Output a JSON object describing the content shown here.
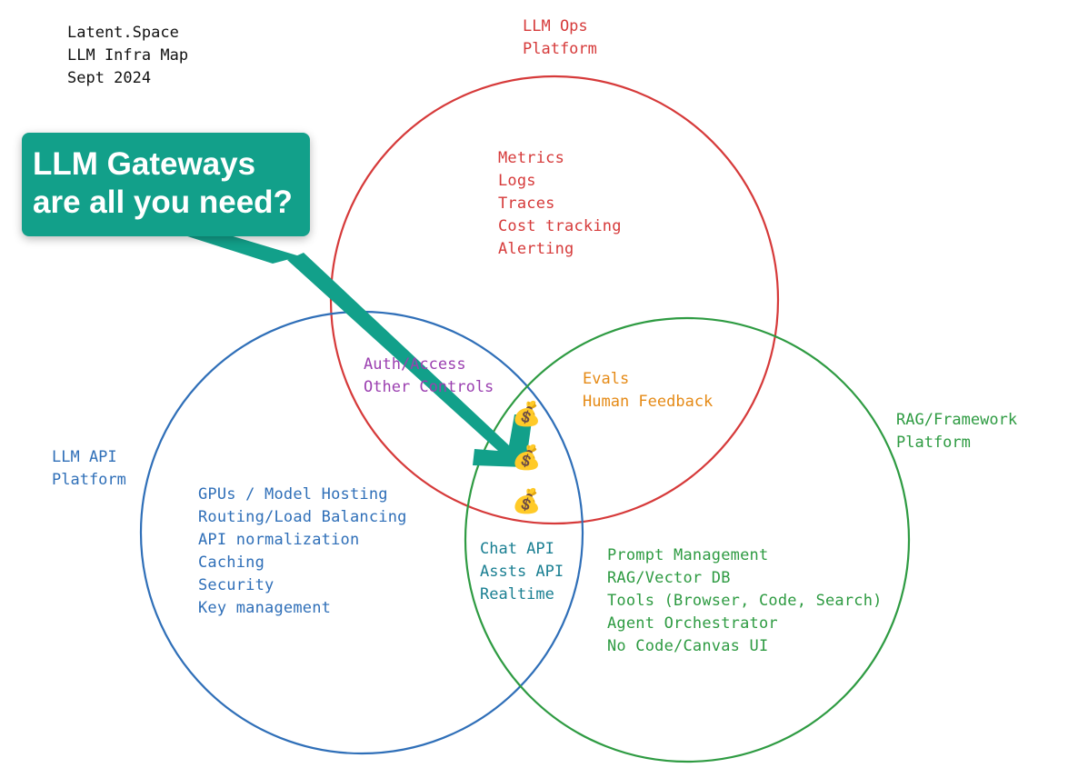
{
  "header": {
    "lines": [
      "Latent.Space",
      "LLM Infra Map",
      "Sept 2024"
    ]
  },
  "circles": {
    "ops": {
      "label": [
        "LLM Ops",
        "Platform"
      ],
      "color": "#d63a3a"
    },
    "api": {
      "label": [
        "LLM API",
        "Platform"
      ],
      "color": "#2f6fb8"
    },
    "rag": {
      "label": [
        "RAG/Framework",
        "Platform"
      ],
      "color": "#2e9b42"
    }
  },
  "ops_items": [
    "Metrics",
    "Logs",
    "Traces",
    "Cost tracking",
    "Alerting"
  ],
  "api_items": [
    "GPUs / Model Hosting",
    "Routing/Load Balancing",
    "API normalization",
    "Caching",
    "Security",
    "Key management"
  ],
  "rag_items": [
    "Prompt Management",
    "RAG/Vector DB",
    "Tools (Browser, Code, Search)",
    "Agent Orchestrator",
    "No Code/Canvas UI"
  ],
  "api_ops_overlap": [
    "Auth/Access",
    "Other Controls"
  ],
  "ops_rag_overlap": [
    "Evals",
    "Human Feedback"
  ],
  "api_rag_overlap": [
    "Chat API",
    "Assts API",
    "Realtime"
  ],
  "callout": {
    "lines": [
      "LLM Gateways",
      "are all you need?"
    ],
    "color": "#12a08a"
  },
  "money_bags": [
    "💰",
    "💰",
    "💰"
  ]
}
